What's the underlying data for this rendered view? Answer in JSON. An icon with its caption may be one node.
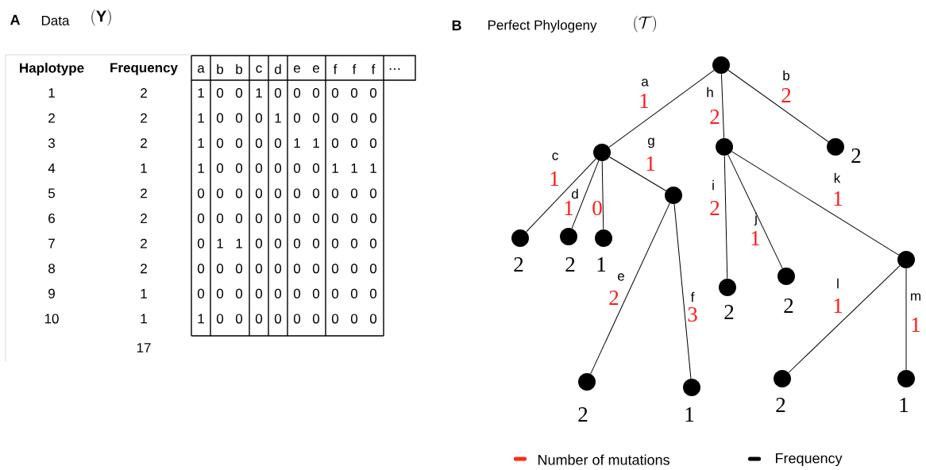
{
  "diagram": {
    "nodes": [
      {
        "text": [],
        "shape": "circle"
      },
      {
        "text": [],
        "shape": "circle"
      },
      {
        "text": [],
        "shape": "circle"
      },
      {
        "text": [],
        "shape": "circle",
        "beside": [
          "2"
        ]
      },
      {
        "text": [],
        "shape": "circle",
        "beside": [
          "2"
        ]
      },
      {
        "text": [],
        "shape": "circle",
        "beside": [
          "2"
        ]
      },
      {
        "text": [],
        "shape": "circle",
        "beside": [
          "1"
        ]
      },
      {
        "text": [],
        "shape": "circle"
      },
      {
        "text": [],
        "shape": "circle",
        "beside": [
          "2"
        ]
      },
      {
        "text": [],
        "shape": "circle",
        "beside": [
          "2"
        ]
      },
      {
        "text": [],
        "shape": "circle"
      },
      {
        "text": [],
        "shape": "circle",
        "beside": [
          "2"
        ]
      },
      {
        "text": [],
        "shape": "circle",
        "beside": [
          "1"
        ]
      },
      {
        "text": [],
        "shape": "circle",
        "beside": [
          "2"
        ]
      },
      {
        "text": [],
        "shape": "circle",
        "beside": [
          "1"
        ]
      }
    ],
    "edges": [
      {
        "from": 0,
        "to": 1,
        "arrow": "none",
        "label": "a"
      },
      {
        "from": 0,
        "to": 2,
        "arrow": "none",
        "label": "h"
      },
      {
        "from": 0,
        "to": 3,
        "arrow": "none",
        "label": "b"
      },
      {
        "from": 1,
        "to": 4,
        "arrow": "none",
        "label": "c"
      },
      {
        "from": 1,
        "to": 5,
        "arrow": "none",
        "label": "d"
      },
      {
        "from": 1,
        "to": 6,
        "arrow": "none"
      },
      {
        "from": 1,
        "to": 7,
        "arrow": "none",
        "label": "g"
      },
      {
        "from": 2,
        "to": 8,
        "arrow": "none",
        "label": "i"
      },
      {
        "from": 2,
        "to": 9,
        "arrow": "none",
        "label": "j"
      },
      {
        "from": 2,
        "to": 10,
        "arrow": "none",
        "label": "k"
      },
      {
        "from": 7,
        "to": 11,
        "arrow": "none",
        "label": "e"
      },
      {
        "from": 7,
        "to": 12,
        "arrow": "none",
        "label": "f"
      },
      {
        "from": 10,
        "to": 13,
        "arrow": "none",
        "label": "l"
      },
      {
        "from": 10,
        "to": 14,
        "arrow": "none",
        "label": "m"
      }
    ],
    "labels": [
      "A",
      "Data",
      "(\\mathbf{Y})",
      "B",
      "Perfect Phylogeny",
      "(\\mathcal{T})",
      "Haplotype",
      "Frequency",
      "a",
      "b",
      "b",
      "c",
      "d",
      "e",
      "e",
      "f",
      "f",
      "f",
      "…",
      "1",
      "2",
      "1",
      "0",
      "0",
      "1",
      "0",
      "0",
      "0",
      "0",
      "0",
      "0",
      "2",
      "2",
      "1",
      "0",
      "0",
      "0",
      "1",
      "0",
      "0",
      "0",
      "0",
      "0",
      "3",
      "2",
      "1",
      "0",
      "0",
      "0",
      "0",
      "1",
      "1",
      "0",
      "0",
      "0",
      "4",
      "1",
      "1",
      "0",
      "0",
      "0",
      "0",
      "0",
      "0",
      "1",
      "1",
      "1",
      "5",
      "2",
      "0",
      "0",
      "0",
      "0",
      "0",
      "0",
      "0",
      "0",
      "0",
      "0",
      "6",
      "2",
      "0",
      "0",
      "0",
      "0",
      "0",
      "0",
      "0",
      "0",
      "0",
      "0",
      "7",
      "2",
      "0",
      "1",
      "1",
      "0",
      "0",
      "0",
      "0",
      "0",
      "0",
      "0",
      "8",
      "2",
      "0",
      "0",
      "0",
      "0",
      "0",
      "0",
      "0",
      "0",
      "0",
      "0",
      "9",
      "1",
      "0",
      "0",
      "0",
      "0",
      "0",
      "0",
      "0",
      "0",
      "0",
      "0",
      "10",
      "1",
      "1",
      "0",
      "0",
      "0",
      "0",
      "0",
      "0",
      "0",
      "0",
      "0",
      "17",
      "1",
      "2",
      "2",
      "1",
      "1",
      "0",
      "1",
      "2",
      "1",
      "1",
      "2",
      "3",
      "1",
      "1"
    ],
    "legend": [
      {
        "text": "Number of mutations",
        "color": "#ff2a12"
      },
      {
        "text": "Frequency",
        "color": "#000000"
      }
    ]
  }
}
